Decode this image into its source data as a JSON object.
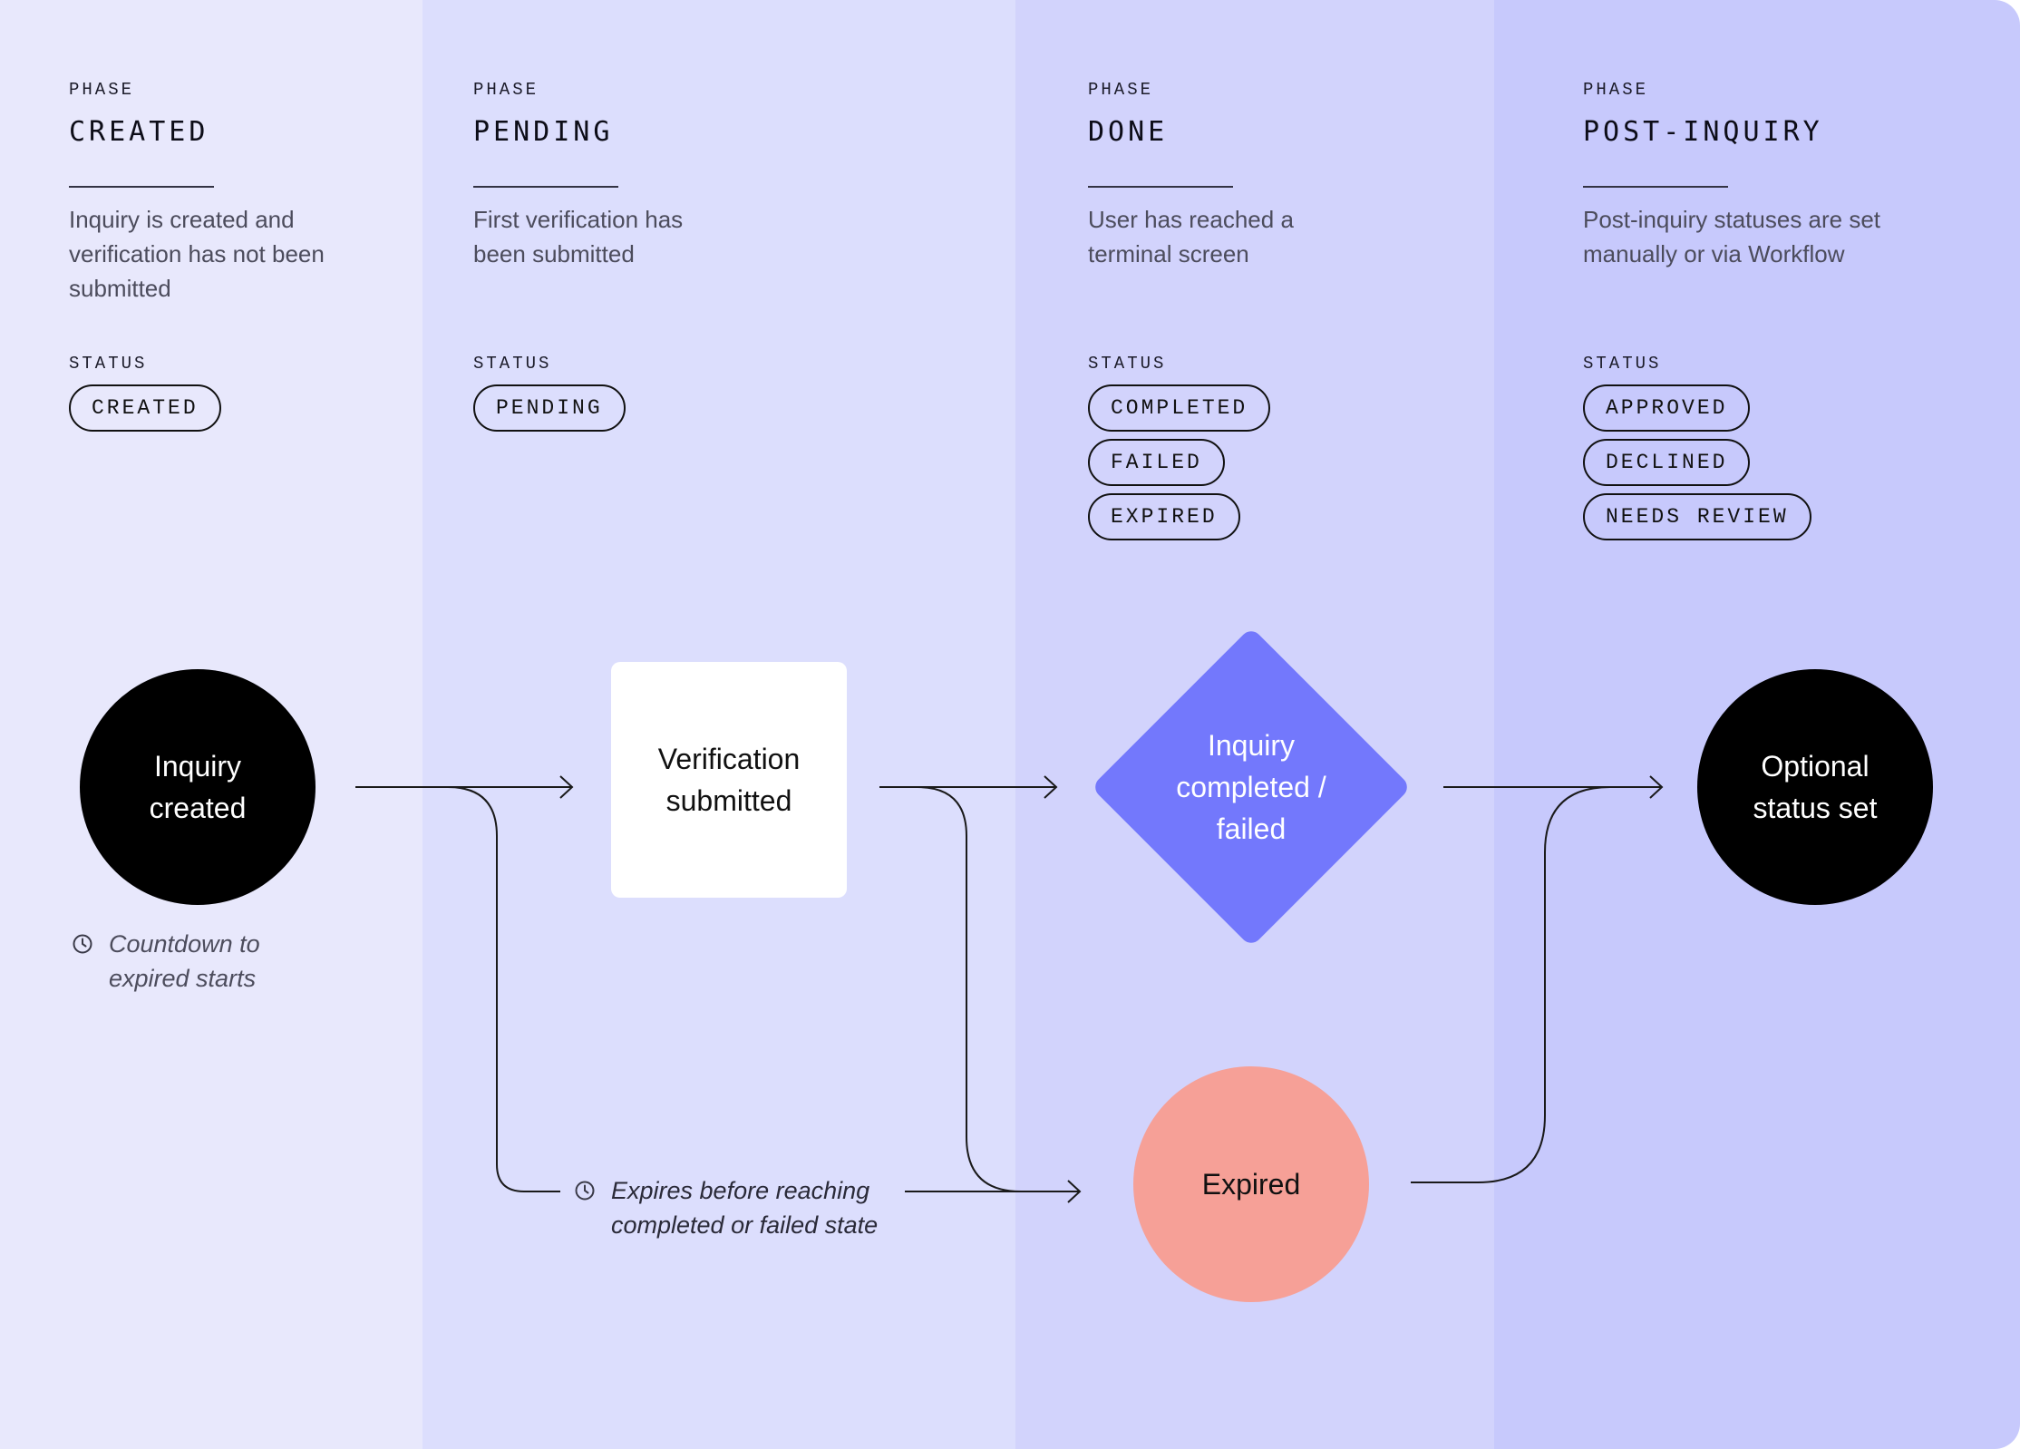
{
  "phases": [
    {
      "kicker": "PHASE",
      "name": "CREATED",
      "description": [
        "Inquiry is created and",
        "verification has not been",
        "submitted"
      ],
      "status_label": "STATUS",
      "statuses": [
        "CREATED"
      ]
    },
    {
      "kicker": "PHASE",
      "name": "PENDING",
      "description": [
        "First verification has",
        "been submitted"
      ],
      "status_label": "STATUS",
      "statuses": [
        "PENDING"
      ]
    },
    {
      "kicker": "PHASE",
      "name": "DONE",
      "description": [
        "User has reached a",
        "terminal screen"
      ],
      "status_label": "STATUS",
      "statuses": [
        "COMPLETED",
        "FAILED",
        "EXPIRED"
      ]
    },
    {
      "kicker": "PHASE",
      "name": "POST-INQUIRY",
      "description": [
        "Post-inquiry statuses are set",
        "manually or via Workflow"
      ],
      "status_label": "STATUS",
      "statuses": [
        "APPROVED",
        "DECLINED",
        "NEEDS REVIEW"
      ]
    }
  ],
  "flow": {
    "inquiry_created": [
      "Inquiry",
      "created"
    ],
    "verification_submitted": [
      "Verification",
      "submitted"
    ],
    "inquiry_completed": [
      "Inquiry",
      "completed /",
      "failed"
    ],
    "expired": [
      "Expired"
    ],
    "optional_status": [
      "Optional",
      "status set"
    ],
    "countdown_note": [
      "Countdown to",
      "expired starts"
    ],
    "expires_note": [
      "Expires before reaching",
      "completed or failed state"
    ]
  },
  "colors": {
    "column_0": "#e8e8fc",
    "column_1": "#dcdefd",
    "column_2": "#d2d3fc",
    "column_3": "#c7c9fc",
    "terminal_node": "#000000",
    "completed_node": "#7378fc",
    "expired_node": "#f6a097"
  },
  "icons": [
    "clock-icon",
    "arrow-right-icon"
  ]
}
